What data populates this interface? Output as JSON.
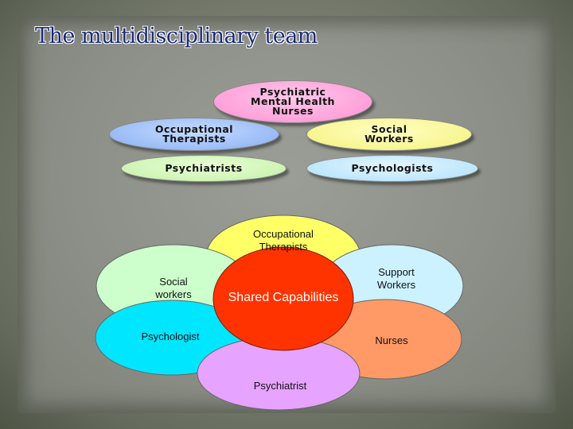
{
  "slide": {
    "title": "The multidisciplinary team"
  },
  "top_ovals": [
    {
      "label": "Psychiatric\nMental Health\nNurses",
      "color": "#ffa8df"
    },
    {
      "label": "Occupational\nTherapists",
      "color": "#9fc0f6"
    },
    {
      "label": "Social\nWorkers",
      "color": "#f8f59a"
    },
    {
      "label": "Psychiatrists",
      "color": "#d2f5bb"
    },
    {
      "label": "Psychologists",
      "color": "#c6ecfd"
    }
  ],
  "petals": [
    {
      "label": "Occupational\nTherapists",
      "color": "#ffff66"
    },
    {
      "label": "Social\nworkers",
      "color": "#ccffcc"
    },
    {
      "label": "Support\nWorkers",
      "color": "#ccf2ff"
    },
    {
      "label": "Psychologist",
      "color": "#00e6ff"
    },
    {
      "label": "Nurses",
      "color": "#ff9966"
    },
    {
      "label": "Psychiatrist",
      "color": "#e6a3ff"
    }
  ],
  "center": {
    "label": "Shared Capabilities",
    "color": "#ff3300"
  }
}
